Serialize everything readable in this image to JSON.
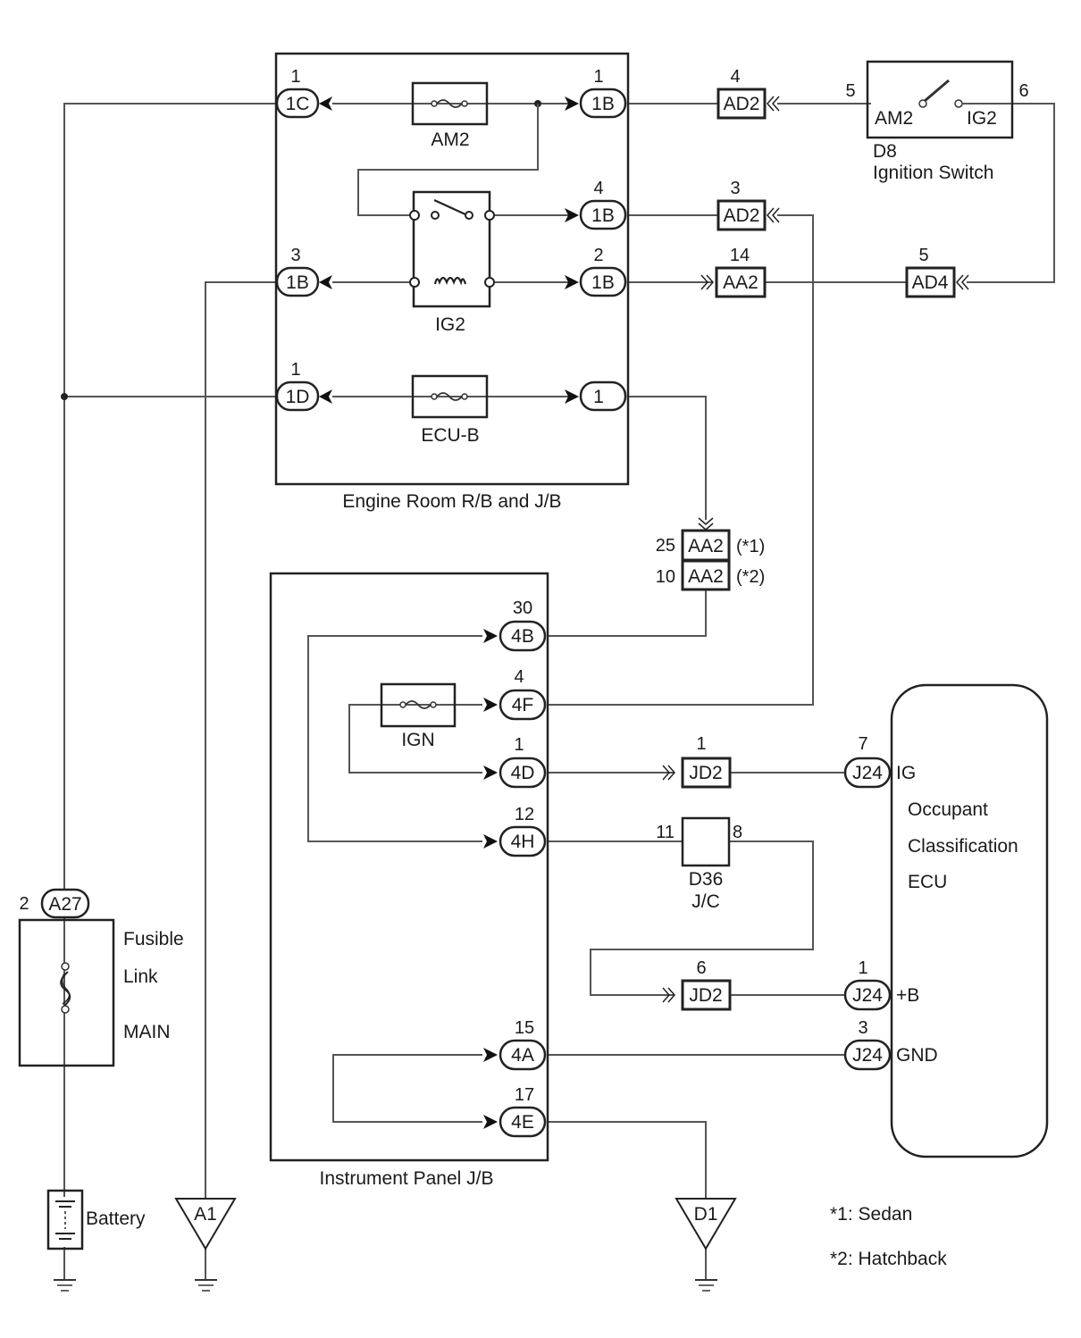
{
  "engine_room_jb": {
    "title": "Engine Room R/B and J/B",
    "connectors": {
      "c1c": {
        "pin": "1",
        "code": "1C"
      },
      "c1b_top": {
        "pin": "1",
        "code": "1B"
      },
      "c1b_relay_out": {
        "pin": "4",
        "code": "1B"
      },
      "c1b_left": {
        "pin": "3",
        "code": "1B"
      },
      "c1b_coil_out": {
        "pin": "2",
        "code": "1B"
      },
      "c1d": {
        "pin": "1",
        "code": "1D"
      },
      "c_ecub_out": {
        "code": "1"
      }
    },
    "fuses": {
      "am2": "AM2",
      "ecub": "ECU-B"
    },
    "relay": "IG2"
  },
  "junction_connectors": {
    "ad2_top": {
      "pin": "4",
      "code": "AD2"
    },
    "ad2_mid": {
      "pin": "3",
      "code": "AD2"
    },
    "aa2_mid": {
      "pin": "14",
      "code": "AA2"
    },
    "ad4": {
      "pin": "5",
      "code": "AD4"
    },
    "aa2_sedan": {
      "pin": "25",
      "code": "AA2",
      "note": "(*1)"
    },
    "aa2_hatch": {
      "pin": "10",
      "code": "AA2",
      "note": "(*2)"
    },
    "jd2_top": {
      "pin": "1",
      "code": "JD2"
    },
    "jd2_bot": {
      "pin": "6",
      "code": "JD2"
    }
  },
  "ignition_switch": {
    "id": "D8",
    "name": "Ignition Switch",
    "left_pin": "5",
    "right_pin": "6",
    "left_label": "AM2",
    "right_label": "IG2"
  },
  "instrument_panel_jb": {
    "title": "Instrument Panel J/B",
    "fuse": "IGN",
    "connectors": {
      "c4b": {
        "pin": "30",
        "code": "4B"
      },
      "c4f": {
        "pin": "4",
        "code": "4F"
      },
      "c4d": {
        "pin": "1",
        "code": "4D"
      },
      "c4h": {
        "pin": "12",
        "code": "4H"
      },
      "c4a": {
        "pin": "15",
        "code": "4A"
      },
      "c4e": {
        "pin": "17",
        "code": "4E"
      }
    }
  },
  "junction_connector_d36": {
    "id": "D36",
    "type": "J/C",
    "left_pin": "11",
    "right_pin": "8"
  },
  "ecu": {
    "name_lines": [
      "Occupant",
      "Classification",
      "ECU"
    ],
    "terminals": [
      {
        "pin": "7",
        "code": "J24",
        "signal": "IG"
      },
      {
        "pin": "1",
        "code": "J24",
        "signal": "+B"
      },
      {
        "pin": "3",
        "code": "J24",
        "signal": "GND"
      }
    ]
  },
  "fusible_link": {
    "connector": {
      "pin": "2",
      "code": "A27"
    },
    "label_lines": [
      "Fusible",
      "Link",
      "MAIN"
    ]
  },
  "battery": {
    "label": "Battery"
  },
  "grounds": {
    "a1": "A1",
    "d1": "D1"
  },
  "notes": [
    "*1: Sedan",
    "*2: Hatchback"
  ]
}
